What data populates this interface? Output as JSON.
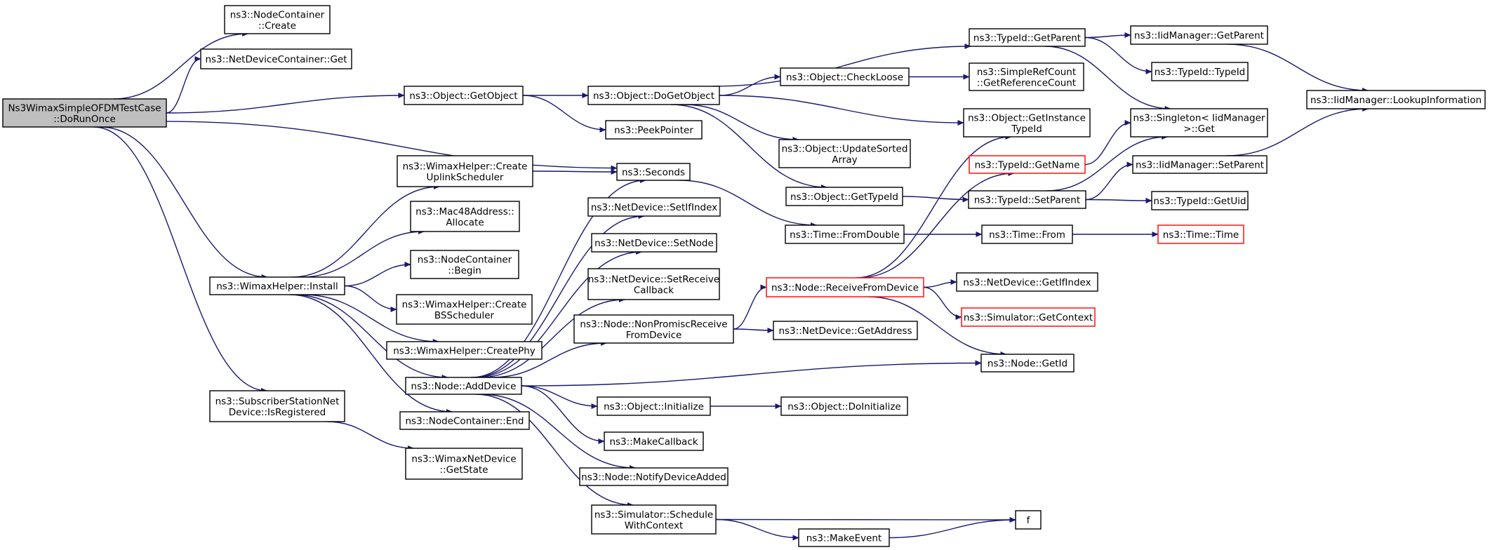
{
  "colors": {
    "edge": "#191970",
    "node_border": "#000000",
    "node_fill": "#ffffff",
    "root_fill": "#bfbfbf",
    "truncated_border": "#ff0000"
  },
  "nodes": {
    "root": {
      "lines": [
        "Ns3WimaxSimpleOFDMTestCase",
        "::DoRunOnce"
      ],
      "style": "root"
    },
    "nc_create": {
      "lines": [
        "ns3::NodeContainer",
        "::Create"
      ]
    },
    "ndc_get": {
      "lines": [
        "ns3::NetDeviceContainer::Get"
      ]
    },
    "wimax_install": {
      "lines": [
        "ns3::WimaxHelper::Install"
      ]
    },
    "ss_isregistered": {
      "lines": [
        "ns3::SubscriberStationNet",
        "Device::IsRegistered"
      ]
    },
    "obj_getobject": {
      "lines": [
        "ns3::Object::GetObject"
      ]
    },
    "seconds": {
      "lines": [
        "ns3::Seconds"
      ]
    },
    "create_uplink": {
      "lines": [
        "ns3::WimaxHelper::Create",
        "UplinkScheduler"
      ]
    },
    "mac48_allocate": {
      "lines": [
        "ns3::Mac48Address::",
        "Allocate"
      ]
    },
    "nc_begin": {
      "lines": [
        "ns3::NodeContainer",
        "::Begin"
      ]
    },
    "create_bs": {
      "lines": [
        "ns3::WimaxHelper::Create",
        "BSScheduler"
      ]
    },
    "create_phy": {
      "lines": [
        "ns3::WimaxHelper::CreatePhy"
      ]
    },
    "node_adddevice": {
      "lines": [
        "ns3::Node::AddDevice"
      ]
    },
    "nc_end": {
      "lines": [
        "ns3::NodeContainer::End"
      ]
    },
    "wimax_getstate": {
      "lines": [
        "ns3::WimaxNetDevice",
        "::GetState"
      ]
    },
    "obj_dogetobject": {
      "lines": [
        "ns3::Object::DoGetObject"
      ]
    },
    "peekpointer": {
      "lines": [
        "ns3::PeekPointer"
      ]
    },
    "nd_setifindex": {
      "lines": [
        "ns3::NetDevice::SetIfIndex"
      ]
    },
    "nd_setnode": {
      "lines": [
        "ns3::NetDevice::SetNode"
      ]
    },
    "nd_setreceive": {
      "lines": [
        "ns3::NetDevice::SetReceive",
        "Callback"
      ]
    },
    "node_nonpromisc": {
      "lines": [
        "ns3::Node::NonPromiscReceive",
        "FromDevice"
      ]
    },
    "obj_initialize": {
      "lines": [
        "ns3::Object::Initialize"
      ]
    },
    "makecallback": {
      "lines": [
        "ns3::MakeCallback"
      ]
    },
    "node_notify": {
      "lines": [
        "ns3::Node::NotifyDeviceAdded"
      ]
    },
    "sim_schedule": {
      "lines": [
        "ns3::Simulator::Schedule",
        "WithContext"
      ]
    },
    "obj_checkloose": {
      "lines": [
        "ns3::Object::CheckLoose"
      ]
    },
    "obj_updatesorted": {
      "lines": [
        "ns3::Object::UpdateSorted",
        "Array"
      ]
    },
    "obj_gettypeid": {
      "lines": [
        "ns3::Object::GetTypeId"
      ]
    },
    "time_fromdouble": {
      "lines": [
        "ns3::Time::FromDouble"
      ]
    },
    "node_receivefrom": {
      "lines": [
        "ns3::Node::ReceiveFromDevice"
      ],
      "style": "truncated"
    },
    "nd_getaddress": {
      "lines": [
        "ns3::NetDevice::GetAddress"
      ]
    },
    "obj_doinitialize": {
      "lines": [
        "ns3::Object::DoInitialize"
      ]
    },
    "makeevent": {
      "lines": [
        "ns3::MakeEvent"
      ]
    },
    "typeid_getparent": {
      "lines": [
        "ns3::TypeId::GetParent"
      ]
    },
    "simplerefcount": {
      "lines": [
        "ns3::SimpleRefCount",
        "::GetReferenceCount"
      ]
    },
    "obj_getinstance": {
      "lines": [
        "ns3::Object::GetInstance",
        "TypeId"
      ]
    },
    "typeid_getname": {
      "lines": [
        "ns3::TypeId::GetName"
      ],
      "style": "truncated"
    },
    "typeid_setparent": {
      "lines": [
        "ns3::TypeId::SetParent"
      ]
    },
    "time_from": {
      "lines": [
        "ns3::Time::From"
      ]
    },
    "nd_getifindex": {
      "lines": [
        "ns3::NetDevice::GetIfIndex"
      ]
    },
    "sim_getcontext": {
      "lines": [
        "ns3::Simulator::GetContext"
      ],
      "style": "truncated"
    },
    "node_getid": {
      "lines": [
        "ns3::Node::GetId"
      ]
    },
    "f": {
      "lines": [
        "f"
      ]
    },
    "iid_getparent": {
      "lines": [
        "ns3::IidManager::GetParent"
      ]
    },
    "typeid_typeid": {
      "lines": [
        "ns3::TypeId::TypeId"
      ]
    },
    "singleton_get": {
      "lines": [
        "ns3::Singleton< IidManager",
        " >::Get"
      ]
    },
    "iid_setparent": {
      "lines": [
        "ns3::IidManager::SetParent"
      ]
    },
    "typeid_getuid": {
      "lines": [
        "ns3::TypeId::GetUid"
      ]
    },
    "time_time": {
      "lines": [
        "ns3::Time::Time"
      ],
      "style": "truncated"
    },
    "iid_lookup": {
      "lines": [
        "ns3::IidManager::LookupInformation"
      ]
    }
  },
  "edges": [
    [
      "root",
      "nc_create"
    ],
    [
      "root",
      "ndc_get"
    ],
    [
      "root",
      "obj_getobject"
    ],
    [
      "root",
      "seconds"
    ],
    [
      "root",
      "wimax_install"
    ],
    [
      "root",
      "ss_isregistered"
    ],
    [
      "wimax_install",
      "create_uplink"
    ],
    [
      "wimax_install",
      "mac48_allocate"
    ],
    [
      "wimax_install",
      "nc_begin"
    ],
    [
      "wimax_install",
      "create_bs"
    ],
    [
      "wimax_install",
      "create_phy"
    ],
    [
      "wimax_install",
      "node_adddevice"
    ],
    [
      "wimax_install",
      "nc_end"
    ],
    [
      "ss_isregistered",
      "wimax_getstate"
    ],
    [
      "create_uplink",
      "seconds"
    ],
    [
      "obj_getobject",
      "obj_dogetobject"
    ],
    [
      "obj_getobject",
      "peekpointer"
    ],
    [
      "node_adddevice",
      "seconds"
    ],
    [
      "node_adddevice",
      "nd_setifindex"
    ],
    [
      "node_adddevice",
      "nd_setnode"
    ],
    [
      "node_adddevice",
      "nd_setreceive"
    ],
    [
      "node_adddevice",
      "node_nonpromisc"
    ],
    [
      "node_adddevice",
      "node_getid"
    ],
    [
      "node_adddevice",
      "obj_initialize"
    ],
    [
      "node_adddevice",
      "makecallback"
    ],
    [
      "node_adddevice",
      "node_notify"
    ],
    [
      "node_adddevice",
      "sim_schedule"
    ],
    [
      "seconds",
      "time_fromdouble"
    ],
    [
      "obj_dogetobject",
      "typeid_getparent"
    ],
    [
      "obj_dogetobject",
      "obj_checkloose"
    ],
    [
      "obj_dogetobject",
      "obj_getinstance"
    ],
    [
      "obj_dogetobject",
      "obj_updatesorted"
    ],
    [
      "obj_dogetobject",
      "obj_gettypeid"
    ],
    [
      "node_nonpromisc",
      "node_receivefrom"
    ],
    [
      "node_nonpromisc",
      "nd_getaddress"
    ],
    [
      "obj_initialize",
      "obj_doinitialize"
    ],
    [
      "sim_schedule",
      "f"
    ],
    [
      "sim_schedule",
      "makeevent"
    ],
    [
      "makeevent",
      "f"
    ],
    [
      "obj_checkloose",
      "simplerefcount"
    ],
    [
      "obj_gettypeid",
      "typeid_setparent"
    ],
    [
      "time_fromdouble",
      "time_from"
    ],
    [
      "node_receivefrom",
      "obj_getinstance"
    ],
    [
      "node_receivefrom",
      "typeid_getname"
    ],
    [
      "node_receivefrom",
      "nd_getifindex"
    ],
    [
      "node_receivefrom",
      "sim_getcontext"
    ],
    [
      "node_receivefrom",
      "node_getid"
    ],
    [
      "typeid_getparent",
      "iid_getparent"
    ],
    [
      "typeid_getparent",
      "typeid_typeid"
    ],
    [
      "typeid_getparent",
      "singleton_get"
    ],
    [
      "typeid_getname",
      "singleton_get"
    ],
    [
      "typeid_setparent",
      "singleton_get"
    ],
    [
      "typeid_setparent",
      "iid_setparent"
    ],
    [
      "typeid_setparent",
      "typeid_getuid"
    ],
    [
      "time_from",
      "time_time"
    ],
    [
      "iid_getparent",
      "iid_lookup"
    ],
    [
      "iid_setparent",
      "iid_lookup"
    ]
  ]
}
